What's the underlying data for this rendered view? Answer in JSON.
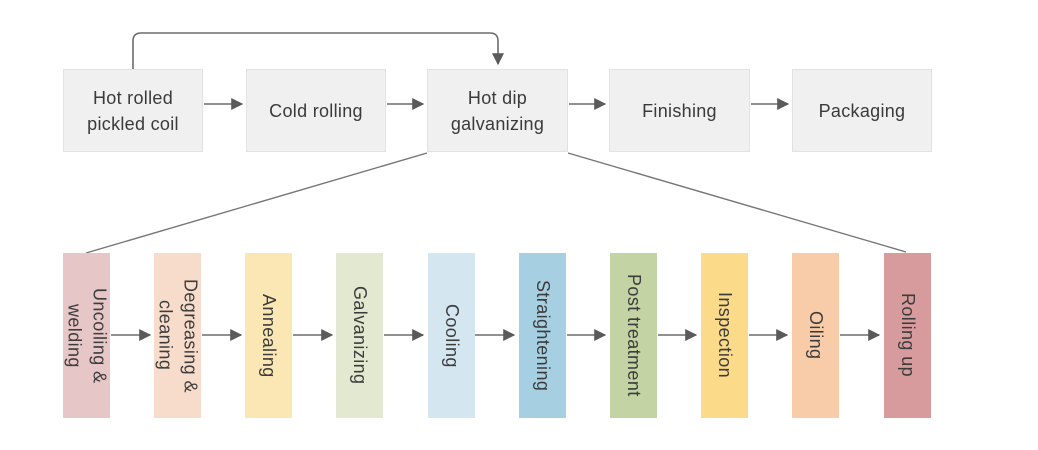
{
  "top_flow": {
    "nodes": [
      {
        "label": "Hot rolled\npickled coil"
      },
      {
        "label": "Cold rolling"
      },
      {
        "label": "Hot dip\ngalvanizing"
      },
      {
        "label": "Finishing"
      },
      {
        "label": "Packaging"
      }
    ],
    "box_fill": "#f0f0f0",
    "box_border": "#e2e2e2"
  },
  "sub_flow": {
    "steps": [
      {
        "label": "Uncoiling &\nwelding",
        "color": "#e7c6c7"
      },
      {
        "label": "Degreasing &\ncleaning",
        "color": "#f8dccb"
      },
      {
        "label": "Annealing",
        "color": "#fbe7b4"
      },
      {
        "label": "Galvanizing",
        "color": "#e3e9d0"
      },
      {
        "label": "Cooling",
        "color": "#d4e6f0"
      },
      {
        "label": "Straightening",
        "color": "#a6d0e1"
      },
      {
        "label": "Post treatment",
        "color": "#c3d3a3"
      },
      {
        "label": "Inspection",
        "color": "#fbda89"
      },
      {
        "label": "Oiling",
        "color": "#f8cca8"
      },
      {
        "label": "Rolling up",
        "color": "#d79a9d"
      }
    ]
  },
  "connector_color": "#6b6b6b",
  "text_color": "#3a3a3a"
}
